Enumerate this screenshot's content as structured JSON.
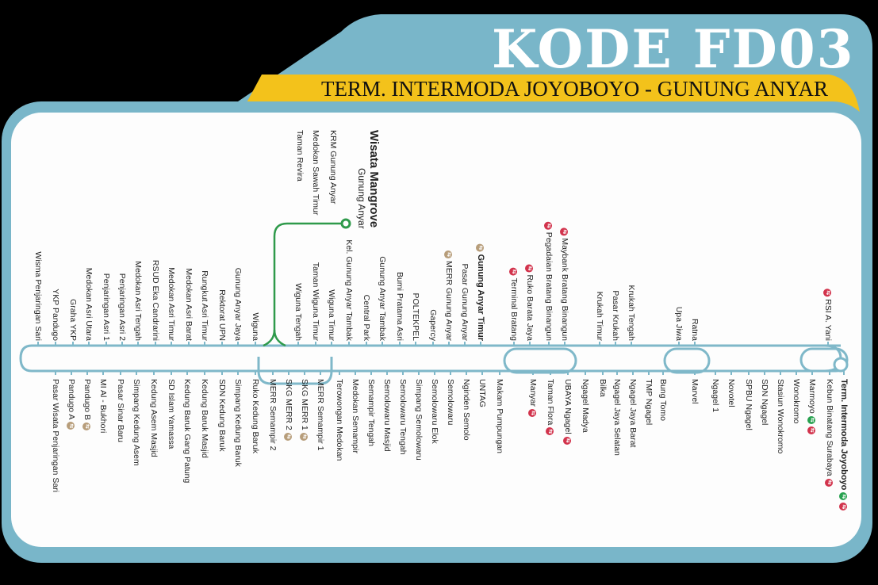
{
  "header": {
    "title": "KODE FD03",
    "subtitle": "TERM. INTERMODA JOYOBOYO - GUNUNG ANYAR"
  },
  "colors": {
    "frame": "#79b6c9",
    "band": "#f3c21b",
    "panel": "#fdfdfd",
    "line": "#7fb8c9",
    "branch": "#2f9a4b",
    "badge_red": "#d2334c",
    "badge_green": "#27a14f",
    "badge_tan": "#b79d7a"
  },
  "icons": {
    "interchange": "bus-transfer-icon"
  },
  "branch_labels": {
    "title": "Wisata Mangrove",
    "subtitle": "Gunung Anyar",
    "stops": [
      "KRM Gunung Anyar",
      "Medokan Sawah Timur",
      "Taman Revira"
    ]
  },
  "stops_top": [
    {
      "name": "RSI A. Yani",
      "badges": [
        "red"
      ]
    },
    {
      "name": "Ratna",
      "badges": []
    },
    {
      "name": "Upa Jiwa",
      "badges": []
    },
    {
      "name": "Krukah Tengah",
      "badges": []
    },
    {
      "name": "Pasar Krukah",
      "badges": []
    },
    {
      "name": "Krukah Timur",
      "badges": []
    },
    {
      "name": "Maybank Bratang Binangun",
      "badges": [
        "red"
      ]
    },
    {
      "name": "Pegadaian Bratang Binangun",
      "badges": [
        "red"
      ]
    },
    {
      "name": "Ruko Barata Jaya",
      "badges": [
        "red"
      ]
    },
    {
      "name": "Terminal Bratang",
      "badges": [
        "red"
      ]
    },
    {
      "name": "Gunung Anyar Timur",
      "badges": [
        "tan"
      ],
      "bold": true
    },
    {
      "name": "Pasar Gunung Anyar",
      "badges": []
    },
    {
      "name": "MERR Gunung Anyar",
      "badges": [
        "tan"
      ]
    },
    {
      "name": "Gapercy",
      "badges": []
    },
    {
      "name": "POLTEKPEL",
      "badges": []
    },
    {
      "name": "Bumi Pratama Asri",
      "badges": []
    },
    {
      "name": "Gunung Anyar Tambak",
      "badges": []
    },
    {
      "name": "Central Park",
      "badges": []
    },
    {
      "name": "Kel. Gunung Anyar Tambak",
      "badges": []
    },
    {
      "name": "Wiguna Timur",
      "badges": []
    },
    {
      "name": "Taman Wiguna Timur",
      "badges": []
    },
    {
      "name": "Wiguna Tengah",
      "badges": []
    },
    {
      "name": "Wiguna",
      "badges": []
    },
    {
      "name": "Gunung Anyar Jaya",
      "badges": []
    },
    {
      "name": "Rektorat UPN",
      "badges": []
    },
    {
      "name": "Rungkut Asri Timur",
      "badges": []
    },
    {
      "name": "Medokan Asri Barat",
      "badges": []
    },
    {
      "name": "Medokan Asri Timur",
      "badges": []
    },
    {
      "name": "RSUD Eka Candrarini",
      "badges": []
    },
    {
      "name": "Medokan Asri Tengah",
      "badges": []
    },
    {
      "name": "Penjaringan Asri 2",
      "badges": []
    },
    {
      "name": "Penjaringan Asri 1",
      "badges": []
    },
    {
      "name": "Medokan Asri Utara",
      "badges": []
    },
    {
      "name": "Graha YKP",
      "badges": []
    },
    {
      "name": "YKP Pandugo",
      "badges": []
    },
    {
      "name": "Wisma Penjaringan Sari",
      "badges": []
    }
  ],
  "stops_bottom": [
    {
      "name": "Term. Intermoda Joyoboyo",
      "badges": [
        "green",
        "red"
      ],
      "bold": true
    },
    {
      "name": "Kebun Binatang Surabaya",
      "badges": [
        "red"
      ]
    },
    {
      "name": "Marmoyo",
      "badges": [
        "green",
        "red"
      ]
    },
    {
      "name": "Wonokromo",
      "badges": []
    },
    {
      "name": "Stasiun Wonokromo",
      "badges": []
    },
    {
      "name": "SDN Ngagel",
      "badges": []
    },
    {
      "name": "SPBU Ngagel",
      "badges": []
    },
    {
      "name": "Novotel",
      "badges": []
    },
    {
      "name": "Ngagel 1",
      "badges": []
    },
    {
      "name": "Marvel",
      "badges": []
    },
    {
      "name": "Bung Tomo",
      "badges": []
    },
    {
      "name": "TMP Ngagel",
      "badges": []
    },
    {
      "name": "Ngagel Jaya Barat",
      "badges": []
    },
    {
      "name": "Ngagel Jaya Selatan",
      "badges": []
    },
    {
      "name": "Bilka",
      "badges": []
    },
    {
      "name": "Ngagel Madya",
      "badges": []
    },
    {
      "name": "UBAYA Ngagel",
      "badges": [
        "red"
      ]
    },
    {
      "name": "Taman Flora",
      "badges": [
        "red"
      ]
    },
    {
      "name": "Manyar",
      "badges": [
        "red"
      ]
    },
    {
      "name": "Makam Pumpungan",
      "badges": []
    },
    {
      "name": "UNTAG",
      "badges": []
    },
    {
      "name": "Nginden Semolo",
      "badges": []
    },
    {
      "name": "Semolowaru",
      "badges": []
    },
    {
      "name": "Semolowaru Elok",
      "badges": []
    },
    {
      "name": "Simpang Semolowaru",
      "badges": []
    },
    {
      "name": "Semolowaru Tengah",
      "badges": []
    },
    {
      "name": "Semolowaru Masjid",
      "badges": []
    },
    {
      "name": "Semampir Tengah",
      "badges": []
    },
    {
      "name": "Medokan Semampir",
      "badges": []
    },
    {
      "name": "Terowongan Medokan",
      "badges": []
    },
    {
      "name": "MERR Semampir 1",
      "badges": []
    },
    {
      "name": "SKG MERR 1",
      "badges": [
        "tan"
      ]
    },
    {
      "name": "SKG MERR 2",
      "badges": [
        "tan"
      ]
    },
    {
      "name": "MERR Semampir 2",
      "badges": []
    },
    {
      "name": "Ruko Kedung Baruk",
      "badges": []
    },
    {
      "name": "Simpang Kedung Baruk",
      "badges": []
    },
    {
      "name": "SDN Kedung Baruk",
      "badges": []
    },
    {
      "name": "Kedung Baruk Masjid",
      "badges": []
    },
    {
      "name": "Kedung Baruk Gang Patung",
      "badges": []
    },
    {
      "name": "SD Islam Yamassa",
      "badges": []
    },
    {
      "name": "Kedung Asem Masjid",
      "badges": []
    },
    {
      "name": "Simpang Kedung Asem",
      "badges": []
    },
    {
      "name": "Pasar Sinar Baru",
      "badges": []
    },
    {
      "name": "MI Al - Bukhori",
      "badges": []
    },
    {
      "name": "Pandugo B",
      "badges": [
        "tan"
      ]
    },
    {
      "name": "Pandugo A",
      "badges": [
        "tan"
      ]
    },
    {
      "name": "Pasar Wisata Penjaringan Sari",
      "badges": []
    }
  ]
}
